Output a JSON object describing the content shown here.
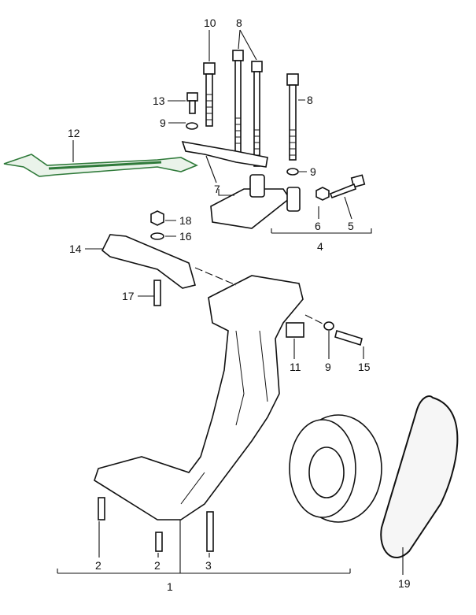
{
  "diagram": {
    "callouts": {
      "c10": "10",
      "c8a": "8",
      "c8b": "8",
      "c13": "13",
      "c9a": "9",
      "c12": "12",
      "c7": "7",
      "c9b": "9",
      "c18": "18",
      "c16": "16",
      "c6": "6",
      "c5": "5",
      "c4": "4",
      "c14": "14",
      "c17": "17",
      "c11": "11",
      "c9c": "9",
      "c15": "15",
      "c2a": "2",
      "c2b": "2",
      "c3": "3",
      "c1": "1",
      "c19": "19"
    },
    "colors": {
      "line": "#111111",
      "tint": "#2f7a3a",
      "background": "#ffffff"
    }
  }
}
